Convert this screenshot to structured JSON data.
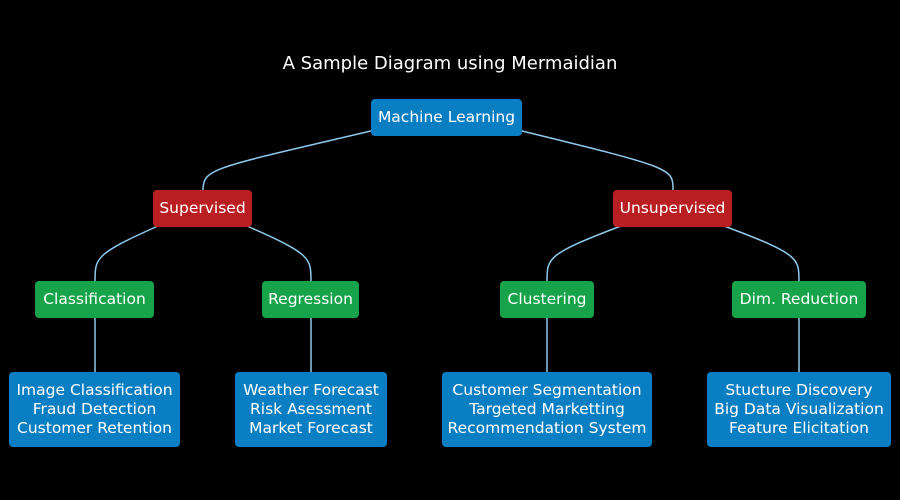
{
  "title": "A Sample Diagram using Mermaidian",
  "colors": {
    "background": "#000000",
    "root_node": "#0a7ec2",
    "category_node": "#b81e22",
    "method_node": "#17a34a",
    "example_node": "#0a7ec2",
    "edge": "#8fc9ec",
    "text": "#ffffff"
  },
  "nodes": {
    "root": {
      "label": "Machine Learning"
    },
    "supervised": {
      "label": "Supervised"
    },
    "unsupervised": {
      "label": "Unsupervised"
    },
    "classification": {
      "label": "Classification"
    },
    "regression": {
      "label": "Regression"
    },
    "clustering": {
      "label": "Clustering"
    },
    "dim_reduction": {
      "label": "Dim. Reduction"
    }
  },
  "leaves": {
    "classification": [
      "Image Classification",
      "Fraud Detection",
      "Customer Retention"
    ],
    "regression": [
      "Weather Forecast",
      "Risk Asessment",
      "Market Forecast"
    ],
    "clustering": [
      "Customer Segmentation",
      "Targeted Marketting",
      "Recommendation System"
    ],
    "dim_reduction": [
      "Stucture Discovery",
      "Big Data Visualization",
      "Feature Elicitation"
    ]
  },
  "edges": [
    [
      "root",
      "supervised"
    ],
    [
      "root",
      "unsupervised"
    ],
    [
      "supervised",
      "classification"
    ],
    [
      "supervised",
      "regression"
    ],
    [
      "unsupervised",
      "clustering"
    ],
    [
      "unsupervised",
      "dim_reduction"
    ],
    [
      "classification",
      "leaf_classification"
    ],
    [
      "regression",
      "leaf_regression"
    ],
    [
      "clustering",
      "leaf_clustering"
    ],
    [
      "dim_reduction",
      "leaf_dim_reduction"
    ]
  ]
}
